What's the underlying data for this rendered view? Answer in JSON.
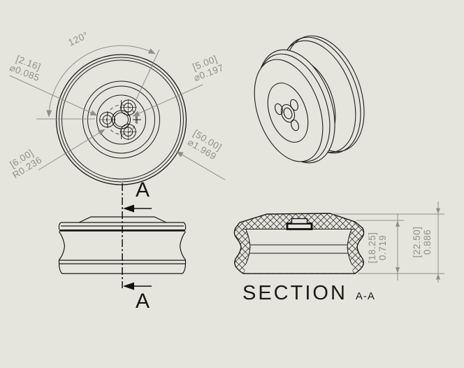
{
  "colors": {
    "background": "#e6e5dd",
    "line": "#1a1a1a",
    "dimension": "#8f8e88"
  },
  "front_view": {
    "angle_dim": "120°",
    "hole_small": {
      "metric": "[2.16]",
      "value": "⌀0.085"
    },
    "hole_large": {
      "metric": "[5.00]",
      "value": "⌀0.197"
    },
    "outer_dia": {
      "metric": "[50.00]",
      "value": "⌀1.969"
    },
    "bolt_radius": {
      "metric": "[6.00]",
      "value": "R0.236"
    }
  },
  "side_view": {
    "section_label_top": "A",
    "section_label_bottom": "A"
  },
  "section_view": {
    "title": "SECTION",
    "title_suffix": "A-A",
    "height_inner": {
      "metric": "[18.25]",
      "value": "0.719"
    },
    "height_outer": {
      "metric": "[22.50]",
      "value": "0.886"
    }
  }
}
